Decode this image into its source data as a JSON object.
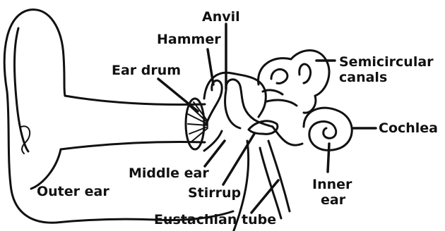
{
  "diagram": {
    "labels": {
      "anvil": "Anvil",
      "hammer": "Hammer",
      "ear_drum": "Ear drum",
      "semicircular_1": "Semicircular",
      "semicircular_2": "canals",
      "cochlea": "Cochlea",
      "middle_ear": "Middle ear",
      "stirrup": "Stirrup",
      "inner_1": "Inner",
      "inner_2": "ear",
      "outer_ear": "Outer ear",
      "eustachian": "Eustachian tube"
    },
    "colors": {
      "ink": "#111111",
      "background": "#ffffff"
    }
  }
}
